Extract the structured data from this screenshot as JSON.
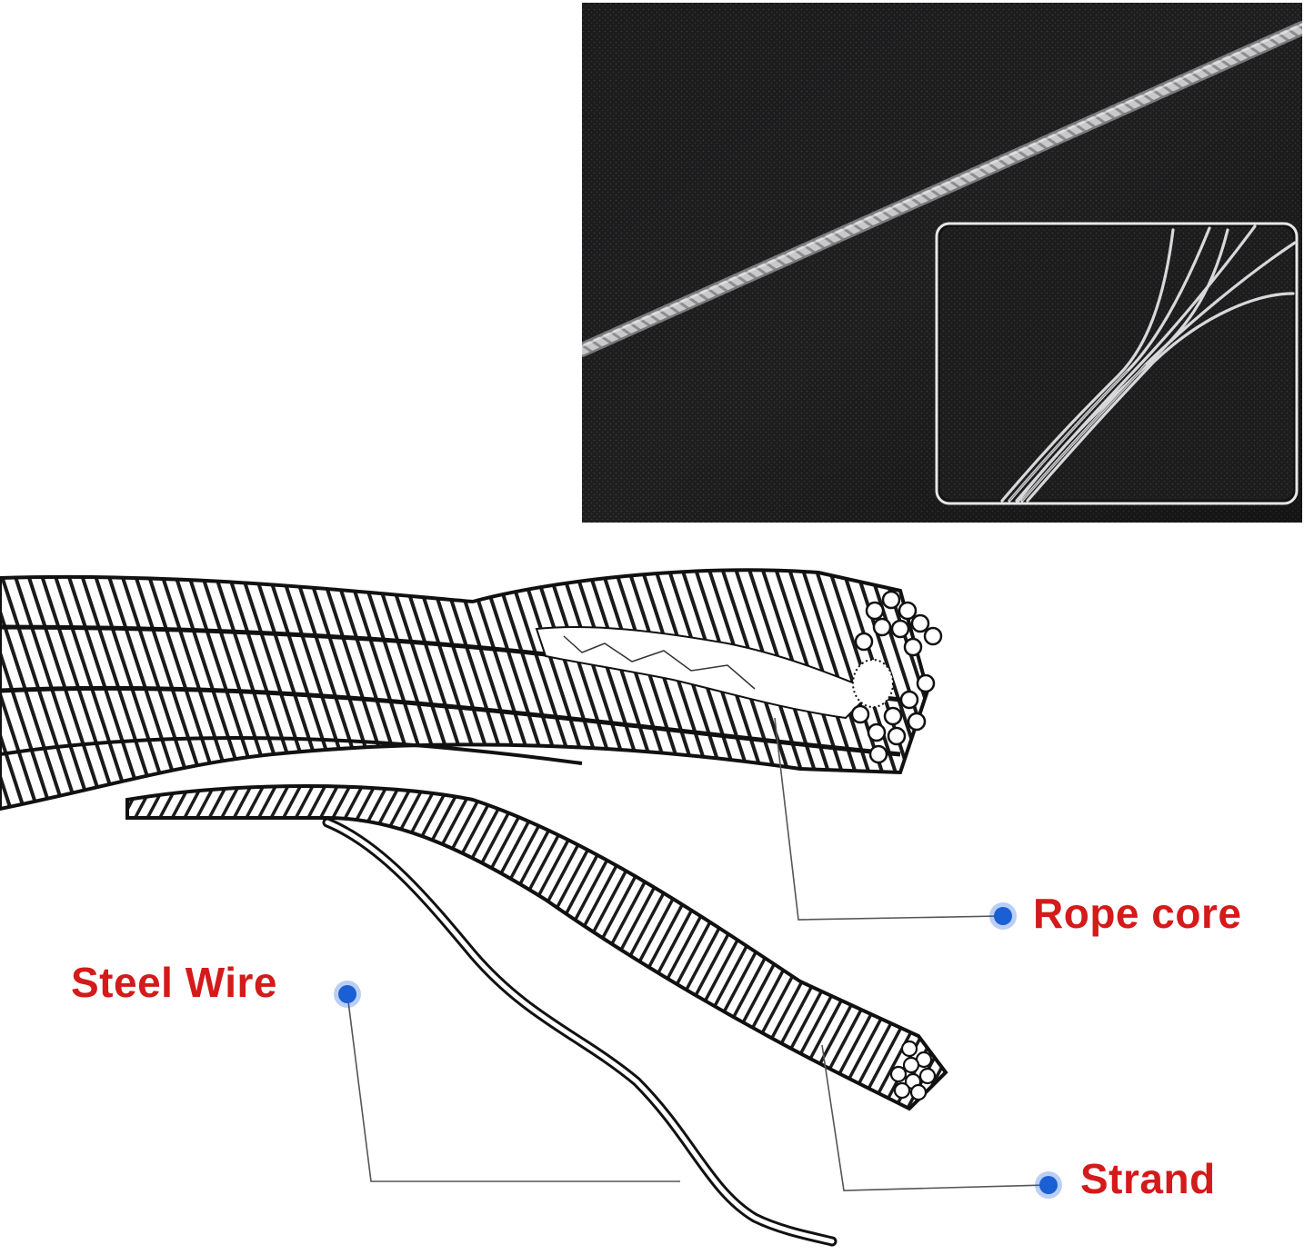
{
  "labels": {
    "rope_core": "Rope core",
    "steel_wire": "Steel Wire",
    "strand": "Strand"
  },
  "colors": {
    "label_text": "#d41a1a",
    "marker_dot": "#1a5fd4",
    "photo_background": "#1f1f20"
  },
  "icons": {
    "marker": "blue-dot-icon"
  }
}
